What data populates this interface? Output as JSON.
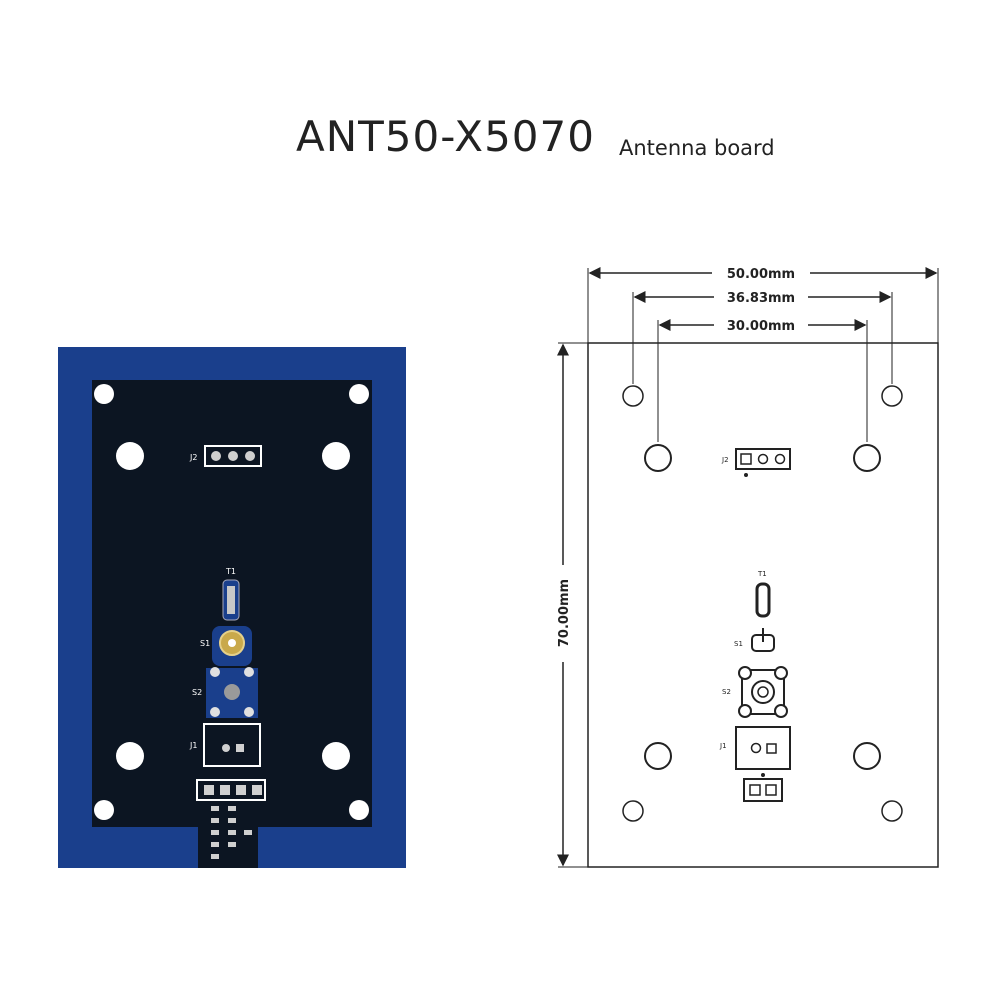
{
  "header": {
    "model": "ANT50-X5070",
    "subtitle": "Antenna board"
  },
  "drawing": {
    "dim_width": "50.00mm",
    "dim_outer_holes": "36.83mm",
    "dim_inner_holes": "30.00mm",
    "dim_height": "70.00mm"
  },
  "photo_labels": {
    "j2": "J2",
    "t1": "T1",
    "s1": "S1",
    "s2": "S2",
    "j1": "J1"
  },
  "drawing_labels": {
    "j2": "J2",
    "t1": "T1",
    "s1": "S1",
    "s2": "S2",
    "j1": "J1"
  },
  "colors": {
    "pcb_blue": "#1a3f8c",
    "pcb_dark": "#0c1522",
    "outline": "#222222"
  }
}
